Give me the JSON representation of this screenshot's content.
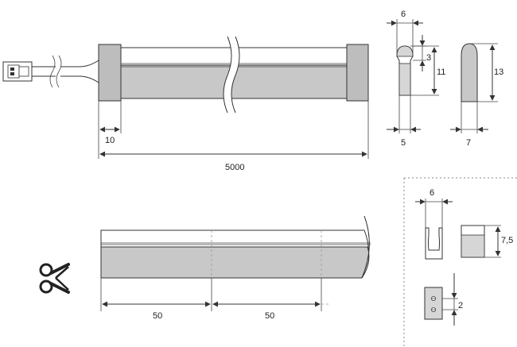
{
  "colors": {
    "line": "#333333",
    "profile_fill": "#c8c8c8",
    "cap_fill": "#bdbdbd",
    "background": "#ffffff",
    "divider": "#888888"
  },
  "dimensions": {
    "end_cap_length": "10",
    "total_length": "5000",
    "profile_top_width": "6",
    "profile_dome_height": "3",
    "profile_height": "11",
    "profile_bottom_width": "5",
    "cap_height": "13",
    "cap_width": "7",
    "cut_interval_1": "50",
    "cut_interval_2": "50",
    "clip_width": "6",
    "clip_height": "7,5",
    "clip_hole_spacing": "2"
  },
  "icons": {
    "cut": "scissors-icon",
    "connector": "connector-plug-icon"
  }
}
